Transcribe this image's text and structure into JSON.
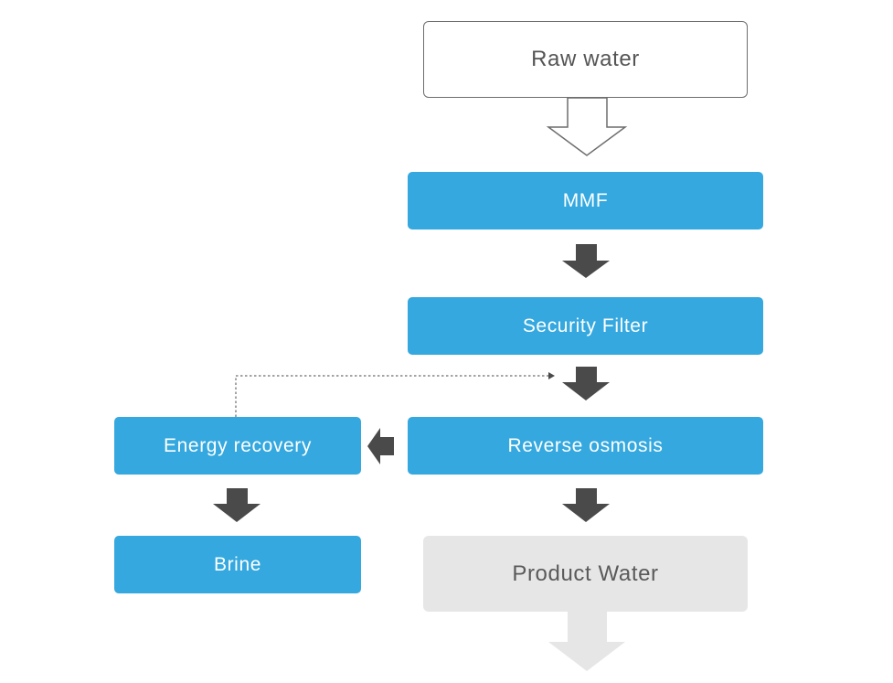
{
  "diagram": {
    "nodes": {
      "raw_water": "Raw water",
      "mmf": "MMF",
      "security_filter": "Security Filter",
      "reverse_osmosis": "Reverse osmosis",
      "energy_recovery": "Energy recovery",
      "brine": "Brine",
      "product_water": "Product Water"
    },
    "colors": {
      "process_box": "#34a8df",
      "arrow": "#4a4a4a",
      "product_box": "#e6e6e6",
      "outline": "#6d6d6d"
    }
  }
}
